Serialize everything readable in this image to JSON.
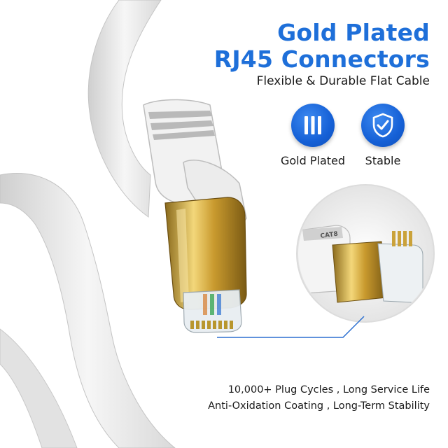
{
  "headline": {
    "line1": "Gold Plated",
    "line2": "RJ45 Connectors",
    "color": "#1E6FD9"
  },
  "subtitle": "Flexible & Durable Flat Cable",
  "features": [
    {
      "label": "Gold Plated",
      "icon": "triple-bar-icon"
    },
    {
      "label": "Stable",
      "icon": "shield-check-icon"
    }
  ],
  "connector_marking": "CAT8",
  "bottom": {
    "line1": "10,000+ Plug Cycles , Long Service Life",
    "line2": "Anti-Oxidation Coating , Long-Term Stability"
  }
}
